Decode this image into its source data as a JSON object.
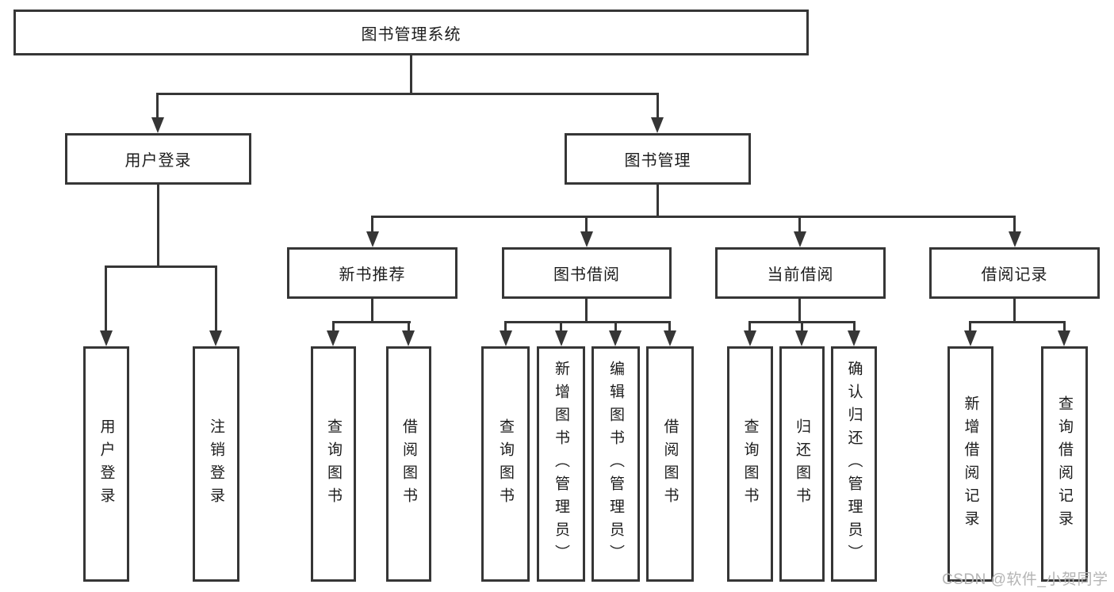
{
  "nodes": {
    "root": {
      "label": "图书管理系统"
    },
    "user_login": {
      "label": "用户登录"
    },
    "book_mgmt": {
      "label": "图书管理"
    },
    "new_book_rec": {
      "label": "新书推荐"
    },
    "book_borrow": {
      "label": "图书借阅"
    },
    "current_borrow": {
      "label": "当前借阅"
    },
    "borrow_records": {
      "label": "借阅记录"
    },
    "leaf_user_login": {
      "label": "用户登录"
    },
    "leaf_logout": {
      "label": "注销登录"
    },
    "leaf_rec_query": {
      "label": "查询图书"
    },
    "leaf_rec_borrow": {
      "label": "借阅图书"
    },
    "leaf_bb_query": {
      "label": "查询图书"
    },
    "leaf_bb_add": {
      "label": "新增图书（管理员）"
    },
    "leaf_bb_edit": {
      "label": "编辑图书（管理员）"
    },
    "leaf_bb_borrow": {
      "label": "借阅图书"
    },
    "leaf_cb_query": {
      "label": "查询图书"
    },
    "leaf_cb_return": {
      "label": "归还图书"
    },
    "leaf_cb_confirm": {
      "label": "确认归还（管理员）"
    },
    "leaf_br_add": {
      "label": "新增借阅记录"
    },
    "leaf_br_query": {
      "label": "查询借阅记录"
    }
  },
  "watermark": {
    "label": "CSDN @软件_小贺同学"
  },
  "colors": {
    "line": "#363636",
    "text": "#1c1c1c",
    "watermark_text": "#b4b4b4",
    "background": "#ffffff"
  }
}
